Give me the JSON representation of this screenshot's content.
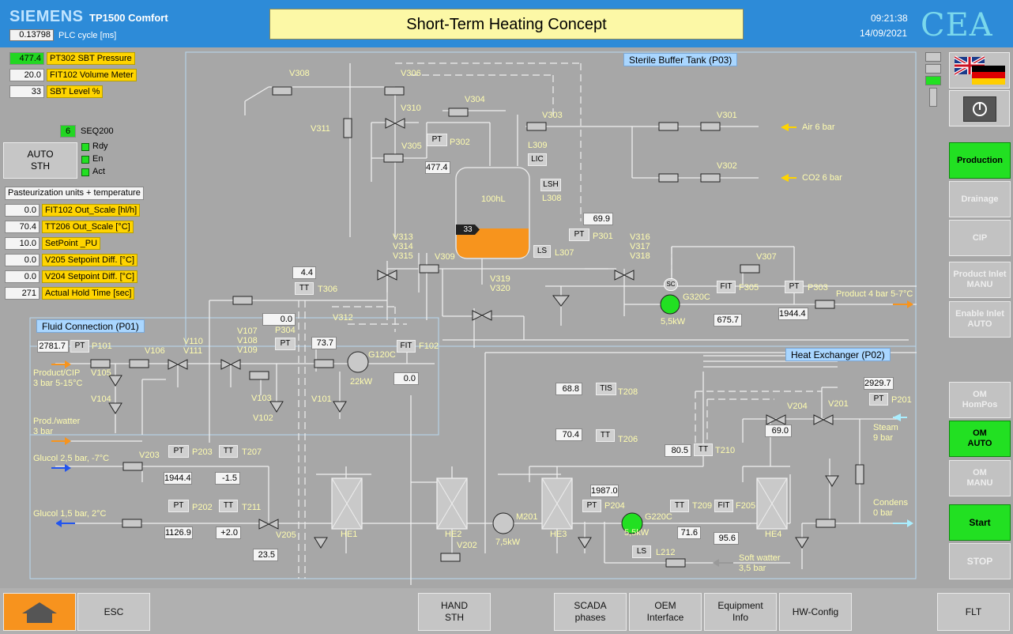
{
  "header": {
    "brand": "SIEMENS",
    "model": "TP1500 Comfort",
    "plc_cycle_value": "0.13798",
    "plc_cycle_label": "PLC cycle [ms]",
    "title": "Short-Term Heating Concept",
    "time": "09:21:38",
    "date": "14/09/2021",
    "logo": "CEA"
  },
  "left_values": [
    {
      "value": "477.4",
      "label": "PT302 SBT Pressure",
      "green": true
    },
    {
      "value": "20.0",
      "label": "FIT102 Volume Meter"
    },
    {
      "value": "33",
      "label": "SBT Level %"
    }
  ],
  "sequence": {
    "step": "6",
    "name": "SEQ200",
    "button": [
      "AUTO",
      "STH"
    ],
    "states": [
      "Rdy",
      "En",
      "Act"
    ]
  },
  "pasteurization": {
    "heading": "Pasteurization units + temperature",
    "rows": [
      {
        "value": "0.0",
        "label": "FIT102 Out_Scale [hl/h]"
      },
      {
        "value": "70.4",
        "label": "TT206 Out_Scale [°C]"
      },
      {
        "value": "10.0",
        "label": "SetPoint _PU"
      },
      {
        "value": "0.0",
        "label": "V205 Setpoint Diff. [°C]"
      },
      {
        "value": "0.0",
        "label": "V204 Setpoint Diff. [°C]"
      },
      {
        "value": "271",
        "label": "Actual Hold Time [sec]"
      }
    ]
  },
  "sections": {
    "sbt": "Sterile Buffer Tank (P03)",
    "fluid": "Fluid Connection (P01)",
    "hex": "Heat Exchanger (P02)"
  },
  "process_labels": {
    "v308": "V308",
    "v306": "V306",
    "v311": "V311",
    "v310": "V310",
    "v304": "V304",
    "v305": "V305",
    "p302": "P302",
    "p302_val": "477.4",
    "v303": "V303",
    "l309": "L309",
    "lic": "LIC",
    "tank": "100hL",
    "lsh": "LSH",
    "l308": "L308",
    "level": "33",
    "v301": "V301",
    "v302": "V302",
    "air": "Air 6 bar",
    "co2": "CO2 6 bar",
    "v313": "V313",
    "v314": "V314",
    "v315": "V315",
    "v309": "V309",
    "ls307": "LS",
    "l307": "L307",
    "p301": "P301",
    "p301_val": "69.9",
    "v316": "V316",
    "v317": "V317",
    "v318": "V318",
    "v307": "V307",
    "v319": "V319",
    "v320": "V320",
    "g320c": "G320C",
    "g320c_kw": "5,5kW",
    "f305": "F305",
    "f305_val": "675.7",
    "p303": "P303",
    "p303_val": "1944.4",
    "product_out": "Product 4 bar 5-7°C",
    "t306": "T306",
    "t306_val": "4.4",
    "p304": "P304",
    "p304_val": "0.0",
    "v312": "V312",
    "v312_val": "73.7",
    "g120c": "G120C",
    "g120c_kw": "22kW",
    "f102": "F102",
    "f102_val": "0.0",
    "p101": "P101",
    "p101_val": "2781.7",
    "v106": "V106",
    "v105": "V105",
    "v104": "V104",
    "v110": "V110",
    "v111": "V111",
    "v107": "V107",
    "v108": "V108",
    "v109": "V109",
    "v103": "V103",
    "v102": "V102",
    "v101": "V101",
    "product_in": "Product/CIP",
    "product_in2": "3 bar 5-15°C",
    "prod_water": "Prod./watter",
    "prod_water2": "3 bar",
    "glucol_in": "Glucol 2,5 bar, -7°C",
    "glucol_out": "Glucol 1,5 bar, 2°C",
    "v203": "V203",
    "p203": "P203",
    "p203_val": "1944.4",
    "t207": "T207",
    "t207_val": "-1.5",
    "p202": "P202",
    "p202_val": "1126.9",
    "t211": "T211",
    "t211_val": "+2.0",
    "v205": "V205",
    "v205_val": "23.5",
    "he1": "HE1",
    "he2": "HE2",
    "he3": "HE3",
    "he4": "HE4",
    "v202": "V202",
    "m201": "M201",
    "m201_kw": "7,5kW",
    "p204": "P204",
    "p204_val": "1987.0",
    "g220c": "G220C",
    "g220c_kw": "5,5kW",
    "t209": "T209",
    "t209_val": "71.6",
    "f205": "F205",
    "f205_val": "95.6",
    "l212": "L212",
    "t208": "T208",
    "t208_val": "68.8",
    "t206": "T206",
    "t206_val": "70.4",
    "t210": "T210",
    "t210_val": "80.5",
    "v204": "V204",
    "v204_val": "69.0",
    "v201": "V201",
    "p201": "P201",
    "p201_val": "2929.7",
    "steam": "Steam",
    "steam2": "9 bar",
    "condens": "Condens",
    "condens2": "0 bar",
    "softwater": "Soft watter",
    "softwater2": "3,5 bar"
  },
  "right_buttons": [
    {
      "label": "Production",
      "active": true
    },
    {
      "label": "Drainage"
    },
    {
      "label": "CIP"
    },
    {
      "label": "Product Inlet MANU"
    },
    {
      "label": "Enable Inlet AUTO"
    },
    {
      "label": "OM HomPos"
    },
    {
      "label": "OM AUTO",
      "active": true
    },
    {
      "label": "OM MANU"
    },
    {
      "label": "Start",
      "active": true
    },
    {
      "label": "STOP"
    }
  ],
  "bottom_buttons": {
    "esc": "ESC",
    "hand": [
      "HAND",
      "STH"
    ],
    "scada": [
      "SCADA",
      "phases"
    ],
    "oem": [
      "OEM",
      "Interface"
    ],
    "equip": [
      "Equipment",
      "Info"
    ],
    "hw": "HW-Config",
    "flt": "FLT"
  },
  "colors": {
    "header": "#2d8bd8",
    "background": "#a7a7a7",
    "active": "#22e022",
    "label": "#ffd400",
    "flow_label": "#fffdb0",
    "home": "#f7931e"
  }
}
